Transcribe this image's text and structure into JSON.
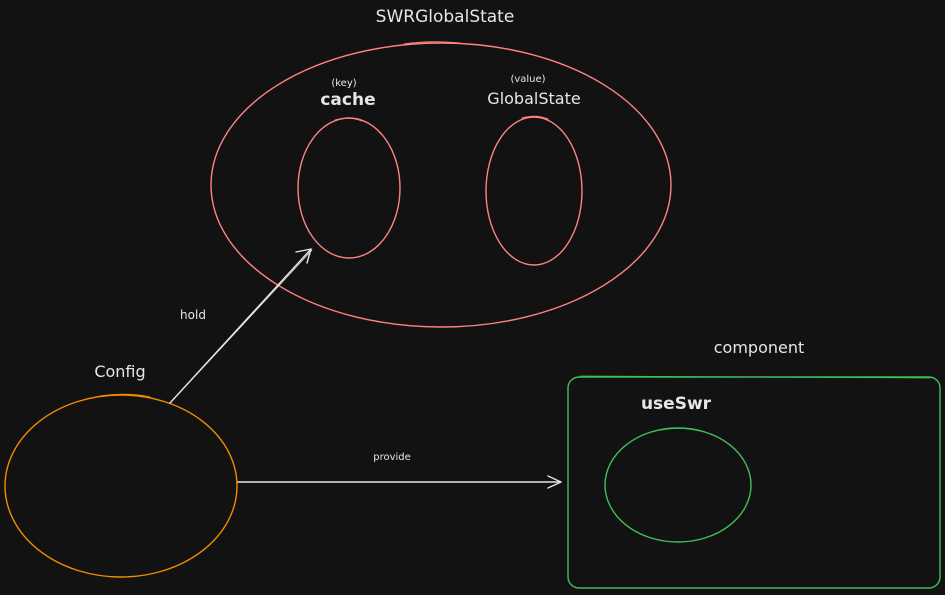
{
  "diagram": {
    "nodes": {
      "global_state": {
        "label": "SWRGlobalState",
        "color": "#ff8383"
      },
      "cache": {
        "label": "cache",
        "sublabel": "(key)",
        "color": "#ff8383"
      },
      "global_state_value": {
        "label": "GlobalState",
        "sublabel": "(value)",
        "color": "#ff8383"
      },
      "config": {
        "label": "Config",
        "color": "#f08c00"
      },
      "component": {
        "label": "component",
        "color": "#40c057"
      },
      "use_swr": {
        "label": "useSwr",
        "color": "#40c057"
      }
    },
    "edges": [
      {
        "from": "Config",
        "to": "cache",
        "label": "hold"
      },
      {
        "from": "Config",
        "to": "component",
        "label": "provide"
      }
    ],
    "colors": {
      "background": "#121212",
      "text": "#e6e6e6",
      "arrow": "#e6e6e6"
    }
  }
}
